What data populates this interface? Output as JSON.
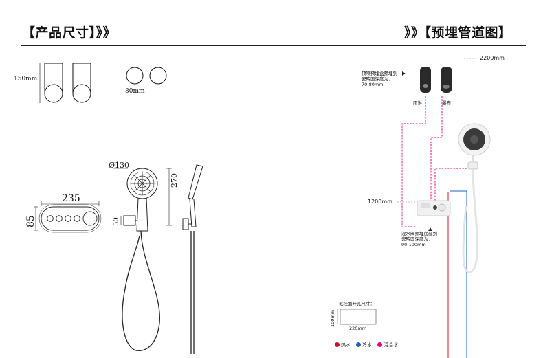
{
  "header": {
    "left_title": "【产品尺寸】》》",
    "right_title": "》》【预埋管道图】"
  },
  "dimensions": {
    "head_height": "150mm",
    "diameter_small": "80mm",
    "diameter_head": "Ø130",
    "height_270": "270",
    "width_235": "235",
    "height_85": "85",
    "height_50": "50"
  },
  "piping": {
    "height_top": "2200mm",
    "height_mid": "1200mm",
    "top_note": [
      "顶喷预埋盒预埋到",
      "瓷砖面深度为：",
      "70-80mm"
    ],
    "label_rain": "雨淋",
    "label_waterfall": "瀑布",
    "box_note": [
      "混水阀预埋底部到",
      "瓷砖面深度为：",
      "90-100mm"
    ],
    "opening_title": "毛坯面开孔尺寸：",
    "opening_w": "220mm",
    "opening_h": "100mm"
  },
  "legend": [
    {
      "label": "热水",
      "color": "#c8102e"
    },
    {
      "label": "冷水",
      "color": "#1f5fbf"
    },
    {
      "label": "混合水",
      "color": "#e6007e"
    }
  ],
  "colors": {
    "hot": "#c8102e",
    "cold": "#1f5fbf",
    "mixed": "#e6007e"
  }
}
